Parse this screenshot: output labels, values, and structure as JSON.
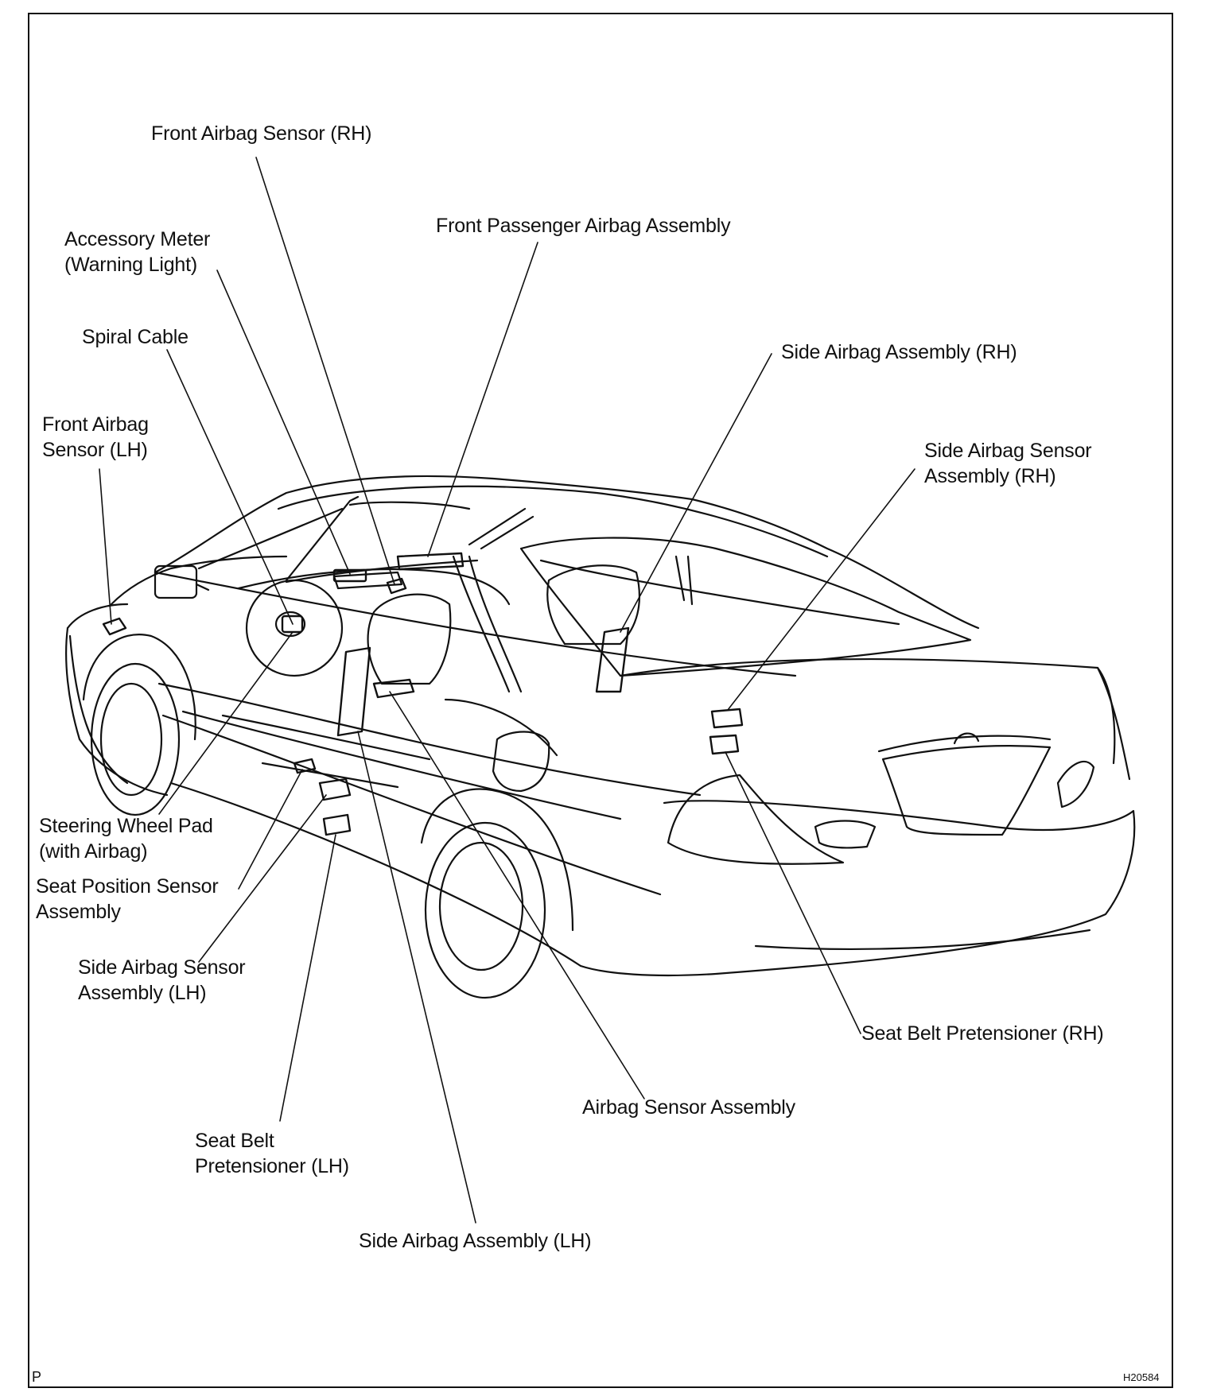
{
  "labels": {
    "front_airbag_sensor_rh": "Front Airbag Sensor (RH)",
    "front_passenger_airbag": "Front Passenger Airbag Assembly",
    "accessory_meter_l1": "Accessory Meter",
    "accessory_meter_l2": "(Warning Light)",
    "spiral_cable": "Spiral Cable",
    "side_airbag_rh": "Side Airbag Assembly (RH)",
    "front_airbag_sensor_lh_l1": "Front Airbag",
    "front_airbag_sensor_lh_l2": "Sensor (LH)",
    "side_airbag_sensor_rh_l1": "Side  Airbag  Sensor",
    "side_airbag_sensor_rh_l2": "Assembly (RH)",
    "steering_wheel_pad_l1": "Steering Wheel Pad",
    "steering_wheel_pad_l2": "(with Airbag)",
    "seat_position_sensor_l1": "Seat Position Sensor",
    "seat_position_sensor_l2": "Assembly",
    "side_airbag_sensor_lh_l1": "Side  Airbag  Sensor",
    "side_airbag_sensor_lh_l2": "Assembly (LH)",
    "seat_belt_pretensioner_rh": "Seat Belt Pretensioner (RH)",
    "airbag_sensor_assembly": "Airbag Sensor Assembly",
    "seat_belt_pretensioner_lh_l1": "Seat Belt",
    "seat_belt_pretensioner_lh_l2": "Pretensioner (LH)",
    "side_airbag_lh": "Side Airbag Assembly (LH)"
  },
  "footer": {
    "corner_mark": "P",
    "figure_code": "H20584"
  },
  "colors": {
    "ink": "#111111",
    "paper": "#ffffff"
  }
}
